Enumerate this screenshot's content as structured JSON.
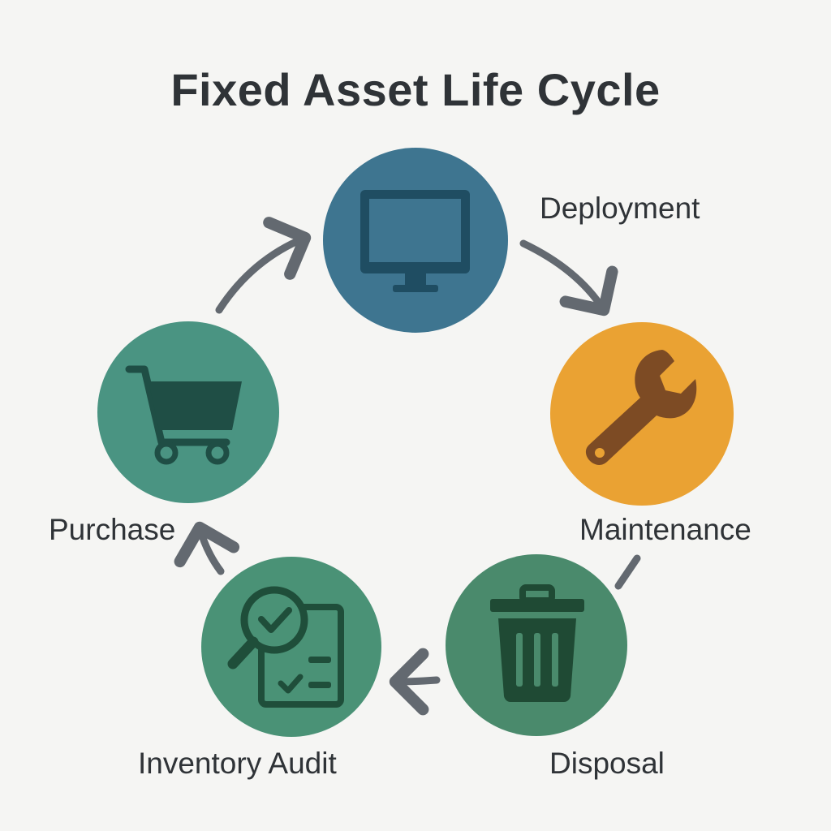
{
  "title": "Fixed Asset Life Cycle",
  "stages": [
    {
      "id": "deployment",
      "label": "Deployment",
      "icon": "monitor-icon",
      "color": "#3e7590"
    },
    {
      "id": "maintenance",
      "label": "Maintenance",
      "icon": "wrench-icon",
      "color": "#eaa233"
    },
    {
      "id": "disposal",
      "label": "Disposal",
      "icon": "trash-can-icon",
      "color": "#4a8a6c"
    },
    {
      "id": "inventory_audit",
      "label": "Inventory Audit",
      "icon": "magnifier-checklist-icon",
      "color": "#4a9276"
    },
    {
      "id": "purchase",
      "label": "Purchase",
      "icon": "shopping-cart-icon",
      "color": "#4a9482"
    }
  ],
  "arrow_color": "#636970"
}
